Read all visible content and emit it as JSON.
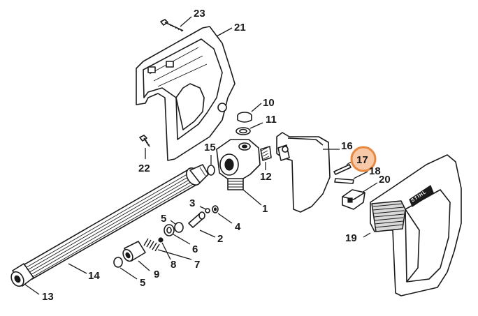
{
  "diagram": {
    "highlight_color": "#e8883f",
    "brand_mark": "STIHL",
    "parts": [
      {
        "id": "23",
        "label": "23"
      },
      {
        "id": "21",
        "label": "21"
      },
      {
        "id": "10",
        "label": "10"
      },
      {
        "id": "11",
        "label": "11"
      },
      {
        "id": "15",
        "label": "15"
      },
      {
        "id": "16",
        "label": "16"
      },
      {
        "id": "17",
        "label": "17",
        "highlighted": true
      },
      {
        "id": "18",
        "label": "18"
      },
      {
        "id": "20",
        "label": "20"
      },
      {
        "id": "22",
        "label": "22"
      },
      {
        "id": "12",
        "label": "12"
      },
      {
        "id": "1",
        "label": "1"
      },
      {
        "id": "3",
        "label": "3"
      },
      {
        "id": "4",
        "label": "4"
      },
      {
        "id": "5a",
        "label": "5"
      },
      {
        "id": "2",
        "label": "2"
      },
      {
        "id": "6",
        "label": "6"
      },
      {
        "id": "19",
        "label": "19"
      },
      {
        "id": "8",
        "label": "8"
      },
      {
        "id": "7",
        "label": "7"
      },
      {
        "id": "14",
        "label": "14"
      },
      {
        "id": "9",
        "label": "9"
      },
      {
        "id": "5b",
        "label": "5"
      },
      {
        "id": "13",
        "label": "13"
      }
    ]
  }
}
